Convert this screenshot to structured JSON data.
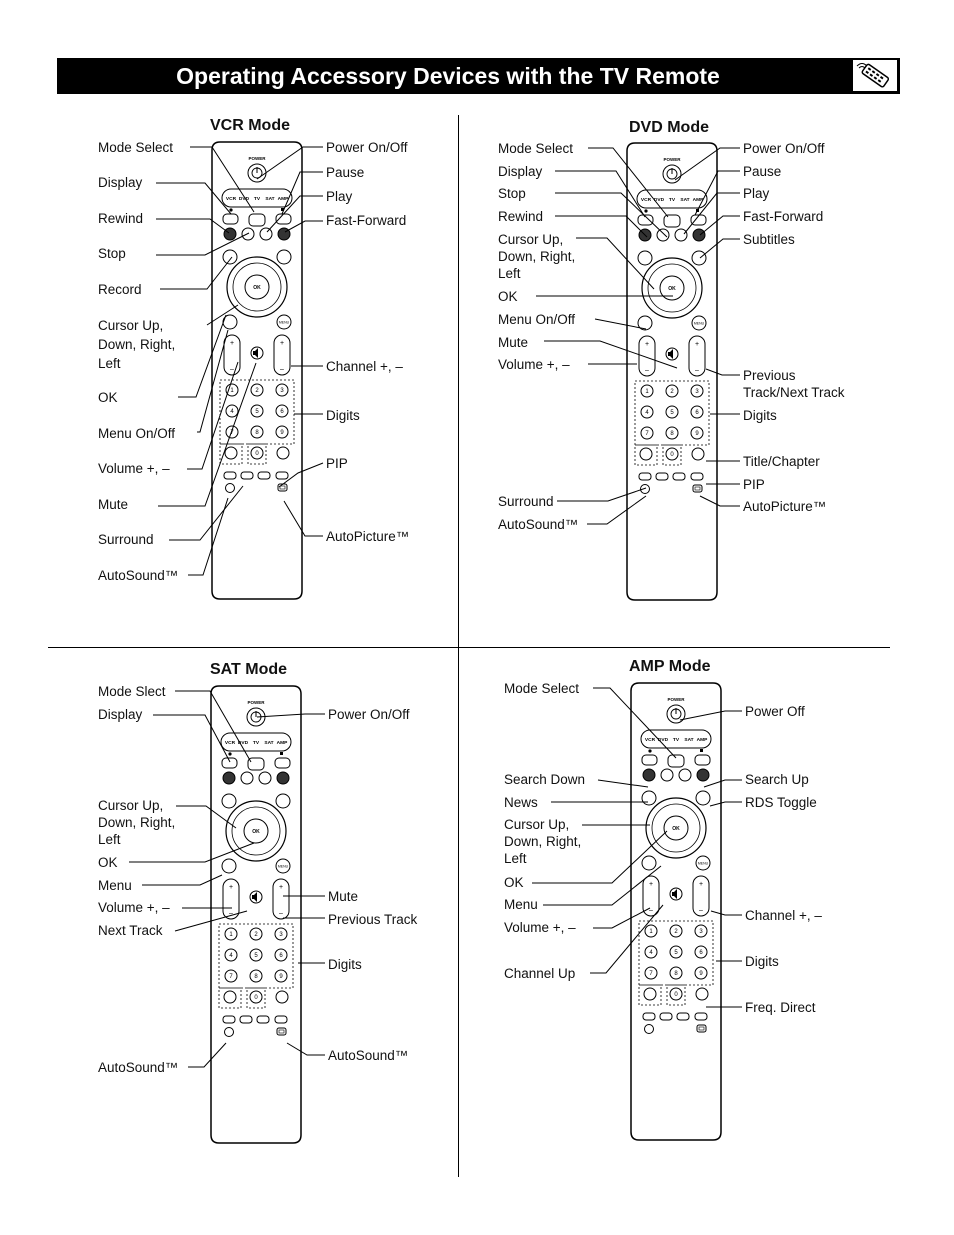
{
  "page": {
    "title": "Operating Accessory Devices with the TV Remote",
    "title_icon": "remote-control-icon"
  },
  "remote": {
    "power": "POWER",
    "modes": [
      "VCR",
      "DVD",
      "TV",
      "SAT",
      "AMP"
    ],
    "ok": "OK",
    "menu": "MENU",
    "digits": [
      "1",
      "2",
      "3",
      "4",
      "5",
      "6",
      "7",
      "8",
      "9",
      "0"
    ]
  },
  "vcr": {
    "mode_title": "VCR Mode",
    "left": [
      "Mode Select",
      "Display",
      "Rewind",
      "Stop",
      "Record",
      "Cursor Up,\nDown, Right,\nLeft",
      "OK",
      "Menu On/Off",
      "Volume +, –",
      "Mute",
      "Surround",
      "AutoSound™"
    ],
    "right": [
      "Power On/Off",
      "Pause",
      "Play",
      "Fast-Forward",
      "Channel +, –",
      "Digits",
      "PIP",
      "AutoPicture™"
    ]
  },
  "dvd": {
    "mode_title": "DVD Mode",
    "left": [
      "Mode Select",
      "Display",
      "Stop",
      "Rewind",
      "Cursor Up,\nDown, Right,\nLeft",
      "OK",
      "Menu On/Off",
      "Mute",
      "Volume +, –",
      "Surround",
      "AutoSound™"
    ],
    "right": [
      "Power On/Off",
      "Pause",
      "Play",
      "Fast-Forward",
      "Subtitles",
      "Previous\nTrack/Next Track",
      "Digits",
      "Title/Chapter",
      "PIP",
      "AutoPicture™"
    ]
  },
  "sat": {
    "mode_title": "SAT Mode",
    "left": [
      "Mode Slect",
      "Display",
      "Cursor Up,\nDown, Right,\nLeft",
      "OK",
      "Menu",
      "Volume +, –",
      "Next Track",
      "AutoSound™"
    ],
    "right": [
      "Power On/Off",
      "Mute",
      "Previous Track",
      "Digits",
      "AutoSound™"
    ]
  },
  "amp": {
    "mode_title": "AMP Mode",
    "left": [
      "Mode Select",
      "Search Down",
      "News",
      "Cursor Up,\nDown, Right,\nLeft",
      "OK",
      "Menu",
      "Volume +, –",
      "Channel Up"
    ],
    "right": [
      "Power Off",
      "Search Up",
      "RDS Toggle",
      "Channel +, –",
      "Digits",
      "Freq. Direct"
    ]
  }
}
